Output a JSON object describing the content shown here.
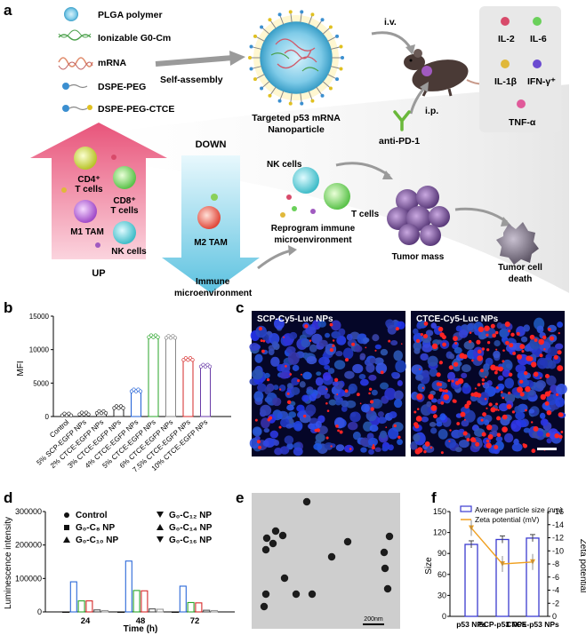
{
  "panels": {
    "a": "a",
    "b": "b",
    "c": "c",
    "d": "d",
    "e": "e",
    "f": "f"
  },
  "panel_a": {
    "legend": [
      "PLGA polymer",
      "Ionizable G0-Cm",
      "mRNA",
      "DSPE-PEG",
      "DSPE-PEG-CTCE"
    ],
    "self_assembly": "Self-assembly",
    "np_label_1": "Targeted p53 mRNA",
    "np_label_2": "Nanoparticle",
    "iv": "i.v.",
    "ip": "i.p.",
    "anti_pd1": "anti-PD-1",
    "cytokines": [
      "IL-2",
      "IL-6",
      "IL-1β",
      "IFN-γ⁺",
      "TNF-α"
    ],
    "up_cells": {
      "cd4_1": "CD4⁺",
      "cd4_2": "T cells",
      "cd8_1": "CD8⁺",
      "cd8_2": "T cells",
      "m1": "M1 TAM",
      "nk": "NK cells"
    },
    "up": "UP",
    "down": "DOWN",
    "m2": "M2 TAM",
    "immune_1": "Immune",
    "immune_2": "microenvironment",
    "nk_cells": "NK cells",
    "t_cells": "T cells",
    "reprogram_1": "Reprogram immune",
    "reprogram_2": "microenvironment",
    "tumor_mass": "Tumor mass",
    "tumor_death_1": "Tumor cell",
    "tumor_death_2": "death",
    "colors": {
      "up_arrow": "#e8547a",
      "down_arrow": "#5cc2e0",
      "np_core": "#9fd8ee"
    }
  },
  "panel_c": {
    "left_title": "SCP-Cy5-Luc NPs",
    "right_title": "CTCE-Cy5-Luc NPs",
    "colors": {
      "nuclei": "#2a3fd8",
      "background": "#050628",
      "signal": "#ff2020"
    }
  },
  "panel_e": {
    "scale": "200nm"
  },
  "chart_data": [
    {
      "panel": "b",
      "type": "bar",
      "ylabel": "MFI",
      "ylim": [
        0,
        15000
      ],
      "yticks": [
        0,
        5000,
        10000,
        15000
      ],
      "categories": [
        "Control",
        "5% SCP-EGFP NPs",
        "2% CTCE-EGFP NPs",
        "3% CTCE-EGFP NPs",
        "4% CTCE-EGFP NPs",
        "5% CTCE-EGFP NPs",
        "6% CTCE-EGFP NPs",
        "7.5% CTCE-EGFP NPs",
        "10% CTCE-EGFP NPs"
      ],
      "values": [
        300,
        450,
        650,
        1400,
        3900,
        12000,
        11900,
        8600,
        7600
      ],
      "colors": [
        "#222222",
        "#222222",
        "#222222",
        "#222222",
        "#1f5fd6",
        "#2aa52a",
        "#888888",
        "#d62828",
        "#6a3da8"
      ]
    },
    {
      "panel": "d",
      "type": "bar",
      "xlabel": "Time (h)",
      "ylabel": "Luminescence intensity",
      "ylim": [
        0,
        300000
      ],
      "yticks": [
        0,
        100000,
        200000,
        300000
      ],
      "categories": [
        "24",
        "48",
        "72"
      ],
      "series": [
        {
          "name": "Control",
          "values": [
            0,
            0,
            0
          ],
          "color": "#111111"
        },
        {
          "name": "G₀-C₈ NP",
          "values": [
            90000,
            152000,
            77000
          ],
          "color": "#2a68d8"
        },
        {
          "name": "G₀-C₁₀ NP",
          "values": [
            33000,
            64000,
            28000
          ],
          "color": "#2aa52a"
        },
        {
          "name": "G₀-C₁₂ NP",
          "values": [
            33000,
            63000,
            27000
          ],
          "color": "#d62828"
        },
        {
          "name": "G₀-C₁₄ NP",
          "values": [
            6000,
            9000,
            5000
          ],
          "color": "#555555"
        },
        {
          "name": "G₀-C₁₆ NP",
          "values": [
            4000,
            8000,
            4000
          ],
          "color": "#999999"
        }
      ],
      "legend_position": "top"
    },
    {
      "panel": "f",
      "type": "bar",
      "ylabel": "Size",
      "ylabel_right": "Zeta potential",
      "ylim": [
        0,
        150
      ],
      "yticks": [
        0,
        30,
        60,
        90,
        120,
        150
      ],
      "ylim_right": [
        0,
        -16
      ],
      "yticks_right": [
        0,
        -2,
        -4,
        -6,
        -8,
        -10,
        -12,
        -14,
        -16
      ],
      "categories": [
        "p53 NPs",
        "SCP-p53 NPs",
        "CTCE-p53 NPs"
      ],
      "series": [
        {
          "name": "Average particle size (nm)",
          "values": [
            103,
            110,
            112
          ],
          "color": "#3b3bd0"
        },
        {
          "name": "Zeta potential (mV)",
          "values": [
            -13.5,
            -8.0,
            -8.3
          ],
          "color": "#f0a020"
        }
      ],
      "legend_position": "top"
    }
  ]
}
